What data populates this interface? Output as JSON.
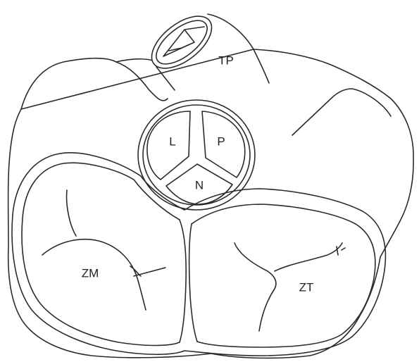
{
  "labels": {
    "pulmonary_trunk": "TP",
    "left_cusp": "L",
    "right_cusp": "P",
    "non_coronary_cusp": "N",
    "mitral_valve": "ZM",
    "tricuspid_valve": "ZT"
  },
  "colors": {
    "stroke": "#2a2a2a",
    "background": "#ffffff"
  }
}
